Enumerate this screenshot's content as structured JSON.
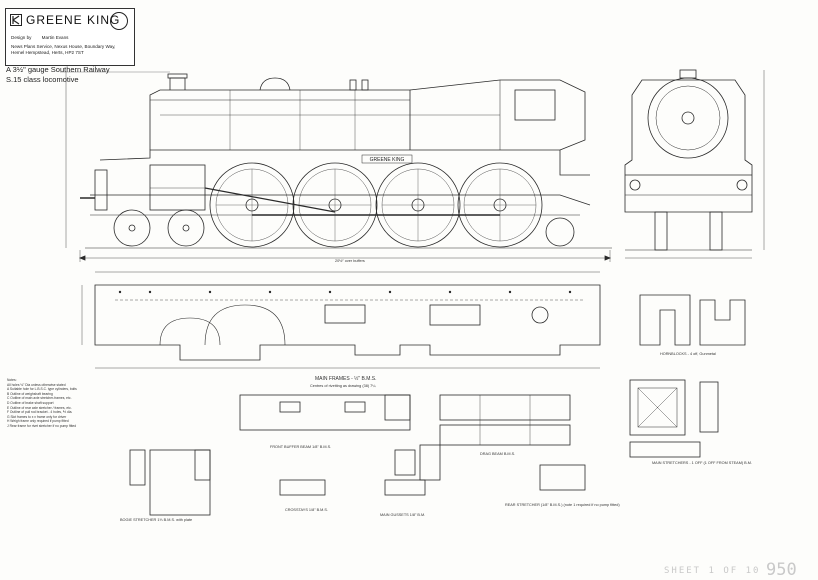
{
  "title_block": {
    "brand": "GREENE KING",
    "design_by_label": "Design by",
    "designer": "Martin Evans",
    "address_lines": [
      "News Plans Service, Nexus House, Boundary Way,",
      "Hemel Hempstead, Herts, HP2 7ST"
    ]
  },
  "drawing_title": {
    "line1": "A 3½\" gauge Southern Railway",
    "line2": "S.15 class locomotive"
  },
  "loco_nameplate": "GREENE KING",
  "labels": {
    "overall_length": "20½\" over buffers",
    "main_frames": "MAIN FRAMES - ½\" B.M.S.",
    "main_frames_note": "Centres of rivetting as drawing (38) 7¼",
    "front_buffer_beam": "FRONT BUFFER BEAM 1/8\" B.M.S.",
    "drag_beam": "DRAG BEAM B.M.S.",
    "hornblocks": "HORNBLOCKS - 4 off, Gunmetal",
    "bogie_stretcher": "BOGIE STRETCHER 1⅓ B.M.S. with plate",
    "main_stretcher": "MAIN STRETCHERS - 1 OFF (1 OFF FROM STEAM) B.M.",
    "coupling": "CROSSTAYS 1/8\" B.M.S.",
    "gussets": "MAIN GUSSETS 1/8\" B.M.",
    "rear_stretcher": "REAR STRETCHER (1/8\" B.M.S.) (note 1 required if no pump fitted)"
  },
  "notes": [
    "Notes:",
    "All holes ⅛\" Dia unless otherwise stated",
    "A  Suitable hole for L.B.S.C. type cylinders, bolts",
    "B  Outline of weighshaft bearing",
    "C  Outline of main axle stretcher-frames, etc.",
    "D  Outline of brake shaft support",
    "E  Outline of rear axle stretcher / frames, etc.",
    "F  Outline of pull rod bracket - 4 holes, ⅕ dia.",
    "G  Slot frames to x x frame only for driver",
    "H  Weigh frame only required if pump fitted",
    "J  Rear frame for rivet stretcher if no pump fitted"
  ],
  "sheet": {
    "label": "SHEET 1 OF 10",
    "number": "950"
  }
}
